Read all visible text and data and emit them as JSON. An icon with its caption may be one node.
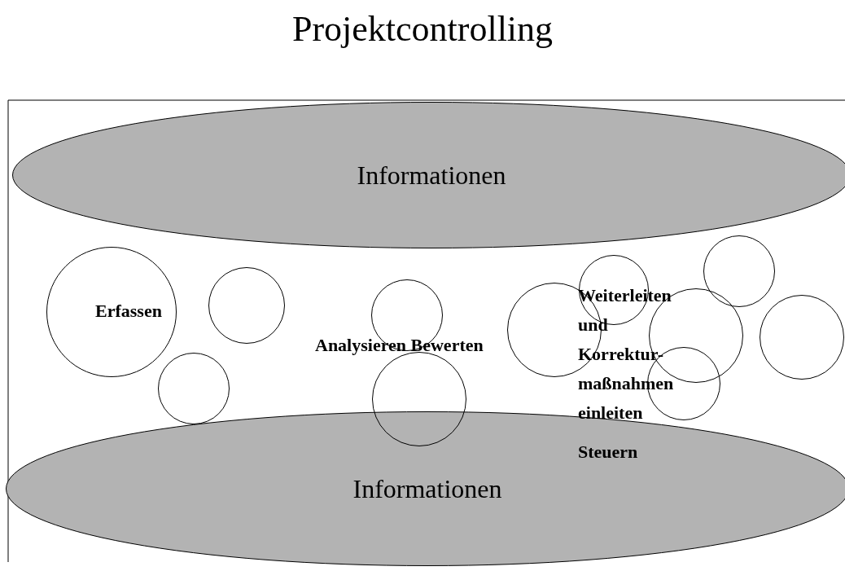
{
  "diagram": {
    "title": "Projektcontrolling",
    "nodes": [
      {
        "text": [
          "Informationen"
        ]
      },
      {
        "text": [
          "Informationen"
        ]
      },
      {
        "text": [],
        "shape": "circle"
      },
      {
        "text": [],
        "shape": "circle"
      },
      {
        "text": [],
        "shape": "circle"
      },
      {
        "text": [],
        "shape": "circle"
      },
      {
        "text": [],
        "shape": "circle"
      },
      {
        "text": [],
        "shape": "circle"
      },
      {
        "text": [],
        "shape": "circle"
      },
      {
        "text": [],
        "shape": "circle"
      },
      {
        "text": [],
        "shape": "circle"
      },
      {
        "text": [],
        "shape": "circle"
      },
      {
        "text": [],
        "shape": "circle"
      }
    ],
    "edges": [],
    "labels": [
      "Erfassen",
      "Analysieren Bewerten",
      "Weiterleiten und Korrektur- maßnahmen einleiten",
      "Steuern"
    ]
  }
}
